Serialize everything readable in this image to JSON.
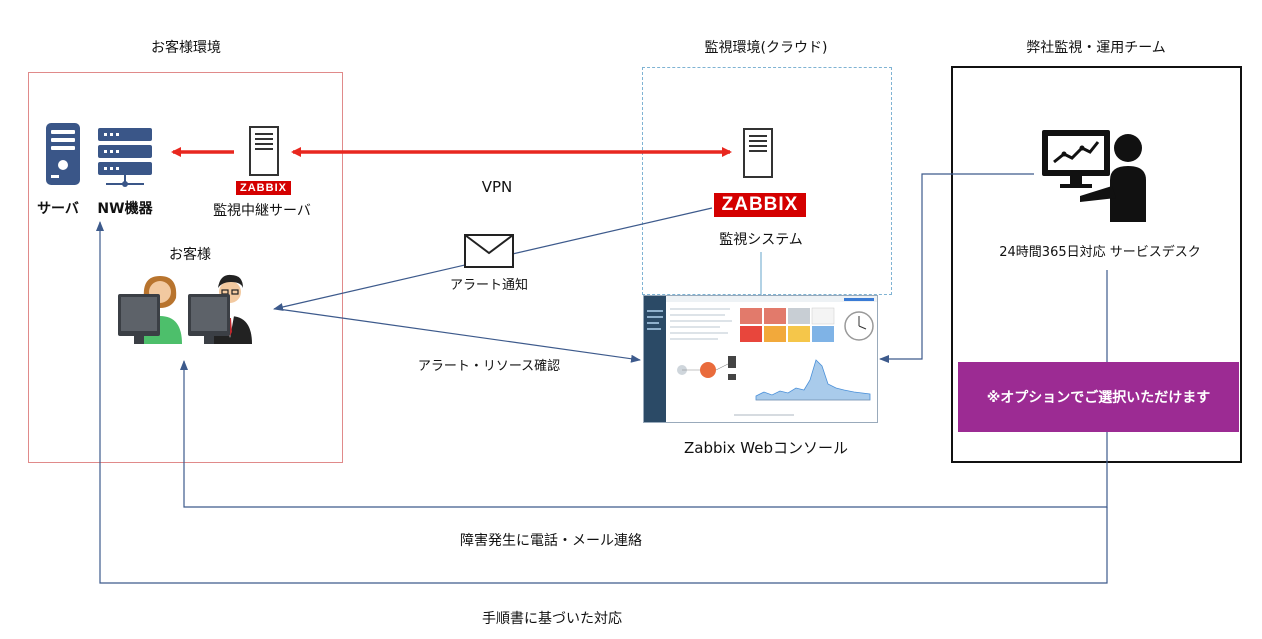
{
  "regions": {
    "customer_env": "お客様環境",
    "cloud_env": "監視環境(クラウド)",
    "team": "弊社監視・運用チーム"
  },
  "nodes": {
    "server": "サーバ",
    "nw_device": "NW機器",
    "relay_server": "監視中継サーバ",
    "relay_logo": "ZABBIX",
    "customer": "お客様",
    "monitor_logo": "ZABBIX",
    "monitor_system": "監視システム",
    "service_desk": "24時間365日対応 サービスデスク",
    "option_note": "※オプションでご選択いただけます",
    "web_console": "Zabbix Webコンソール"
  },
  "edges": {
    "vpn": "VPN",
    "alert_notify": "アラート通知",
    "alert_resource": "アラート・リソース確認",
    "incident_contact": "障害発生に電話・メール連絡",
    "procedure_response": "手順書に基づいた対応"
  },
  "colors": {
    "vpn_arrow": "#e8271f",
    "flow_line": "#3d5a8c",
    "icon_navy": "#3a5688",
    "option_bg": "#9c2b93",
    "zabbix_red": "#d40000"
  }
}
